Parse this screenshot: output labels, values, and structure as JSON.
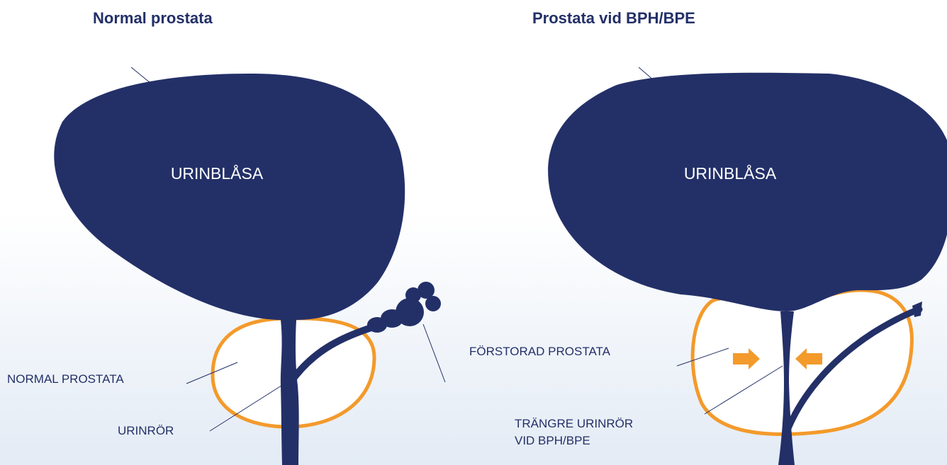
{
  "titles": {
    "left": "Normal prostata",
    "right": "Prostata vid BPH/BPE"
  },
  "left_panel": {
    "bladder_label": "URINBLÅSA",
    "prostate_label": "NORMAL PROSTATA",
    "urethra_label": "URINRÖR"
  },
  "right_panel": {
    "bladder_label": "URINBLÅSA",
    "prostate_label": "FÖRSTORAD PROSTATA",
    "urethra_label_line1": "TRÄNGRE URINRÖR",
    "urethra_label_line2": "VID BPH/BPE"
  },
  "colors": {
    "navy": "#233068",
    "orange": "#f39a2b",
    "background_bottom": "#e3ebf5"
  },
  "icons": {
    "narrowing": "arrow-right-icon, arrow-left-icon"
  }
}
